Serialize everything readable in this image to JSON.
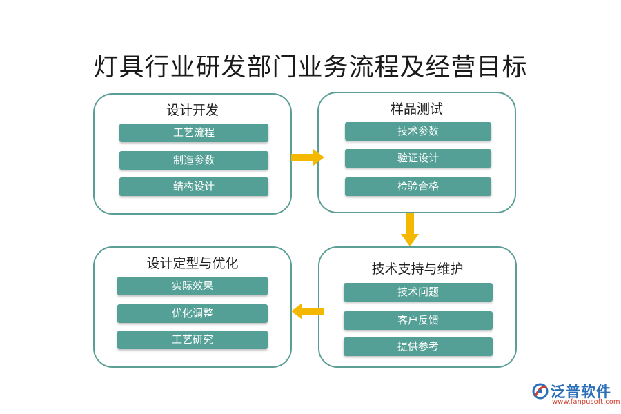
{
  "title": "灯具行业研发部门业务流程及经营目标",
  "colors": {
    "box_border": "#5a9e95",
    "pill_fill": "#55a096",
    "arrow": "#f5b800",
    "logo_blue": "#2a6fb8",
    "logo_red": "#d04030"
  },
  "boxes": {
    "design_dev": {
      "title": "设计开发",
      "items": [
        "工艺流程",
        "制造参数",
        "结构设计"
      ]
    },
    "sample_test": {
      "title": "样品测试",
      "items": [
        "技术参数",
        "验证设计",
        "检验合格"
      ]
    },
    "tech_support": {
      "title": "技术支持与维护",
      "items": [
        "技术问题",
        "客户反馈",
        "提供参考"
      ]
    },
    "finalize": {
      "title": "设计定型与优化",
      "items": [
        "实际效果",
        "优化调整",
        "工艺研究"
      ]
    }
  },
  "logo": {
    "name": "泛普软件",
    "url": "www.fanpusoft.com"
  }
}
